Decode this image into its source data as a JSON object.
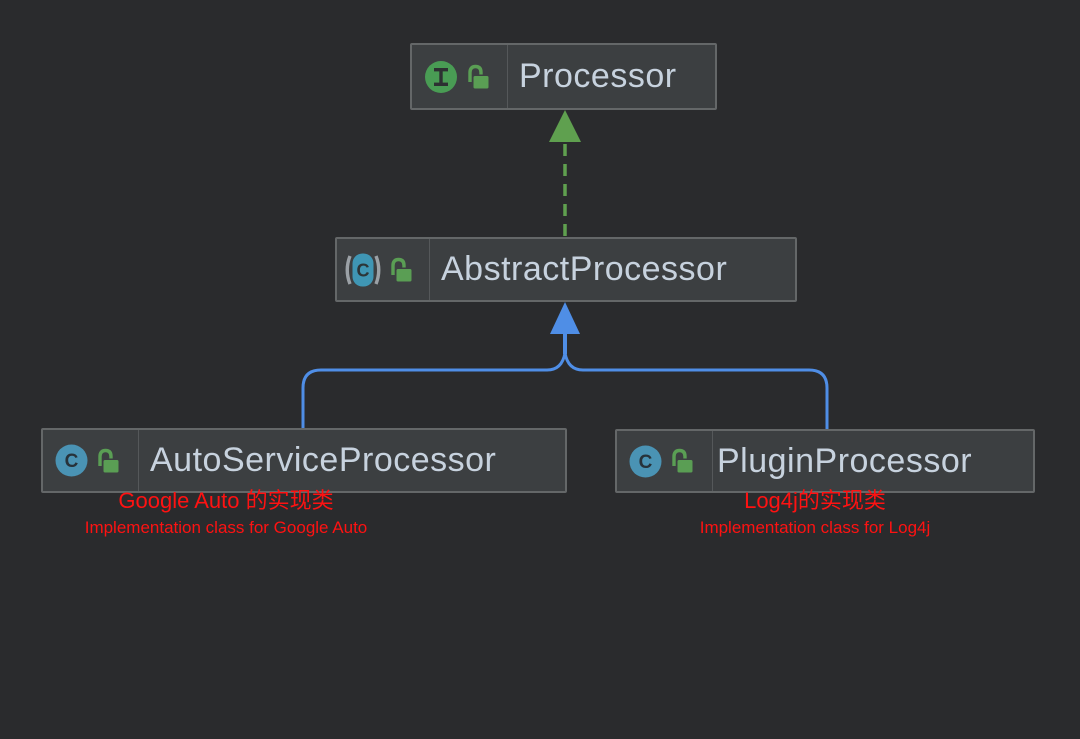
{
  "diagram": {
    "tool": "uml-class-diagram",
    "nodes": [
      {
        "label": "Processor",
        "type": "interface",
        "visibility": "public"
      },
      {
        "label": "AbstractProcessor",
        "type": "abstract-class",
        "visibility": "public"
      },
      {
        "label": "AutoServiceProcessor",
        "type": "class",
        "visibility": "public"
      },
      {
        "label": "PluginProcessor",
        "type": "class",
        "visibility": "public"
      }
    ],
    "edges": [
      {
        "from": "AbstractProcessor",
        "to": "Processor",
        "relation": "implements",
        "style": "dashed",
        "color": "#5fa04f"
      },
      {
        "from": "AutoServiceProcessor",
        "to": "AbstractProcessor",
        "relation": "extends",
        "style": "solid",
        "color": "#4f8ee6"
      },
      {
        "from": "PluginProcessor",
        "to": "AbstractProcessor",
        "relation": "extends",
        "style": "solid",
        "color": "#4f8ee6"
      }
    ],
    "annotations": [
      {
        "zh": "Google Auto 的实现类",
        "en": "Implementation class for Google Auto"
      },
      {
        "zh": "Log4j的实现类",
        "en": "Implementation class for Log4j"
      }
    ],
    "icons": {
      "class_letter": "C",
      "interface_letter": "I"
    },
    "colors": {
      "canvas": "#2a2b2d",
      "node_fill": "#3c3f41",
      "node_border": "#646768",
      "node_text": "#c7d2de",
      "implements_green": "#5fa04f",
      "extends_blue": "#4f8ee6",
      "annotation_red": "#fe1212",
      "interface_icon_green": "#499c54",
      "lock_icon_green": "#5a9e54",
      "class_icon_blue": "#4a93b4",
      "abstract_icon_teal": "#3f96b4"
    }
  }
}
